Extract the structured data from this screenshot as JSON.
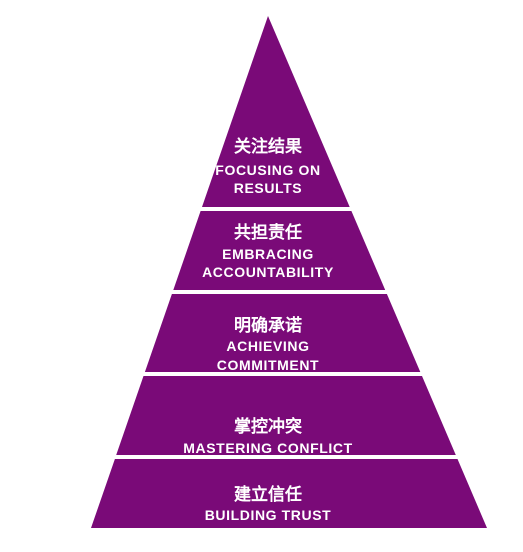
{
  "colors": {
    "tier_fill": "#7a0a78",
    "separator": "#ffffff",
    "text": "#ffffff"
  },
  "tiers": [
    {
      "zh": "关注结果",
      "en_lines": [
        "FOCUSING ON",
        "RESULTS"
      ]
    },
    {
      "zh": "共担责任",
      "en_lines": [
        "EMBRACING",
        "ACCOUNTABILITY"
      ]
    },
    {
      "zh": "明确承诺",
      "en_lines": [
        "ACHIEVING",
        "COMMITMENT"
      ]
    },
    {
      "zh": "掌控冲突",
      "en_lines": [
        "MASTERING CONFLICT"
      ]
    },
    {
      "zh": "建立信任",
      "en_lines": [
        "BUILDING TRUST"
      ]
    }
  ]
}
